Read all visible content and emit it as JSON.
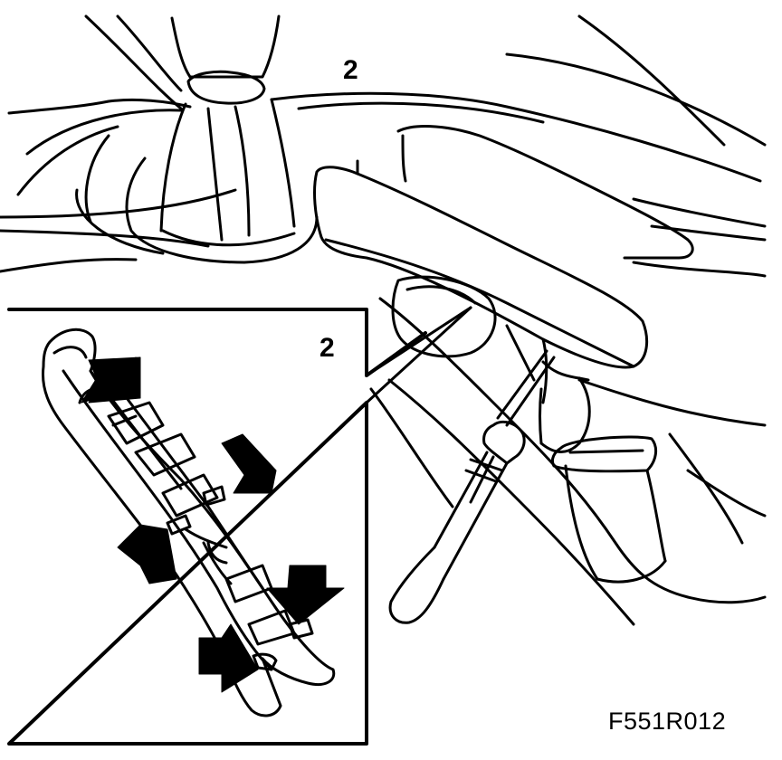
{
  "callouts": {
    "main": "2",
    "inset": "2"
  },
  "figure_code": "F551R012",
  "colors": {
    "line": "#000000",
    "background": "#ffffff"
  }
}
